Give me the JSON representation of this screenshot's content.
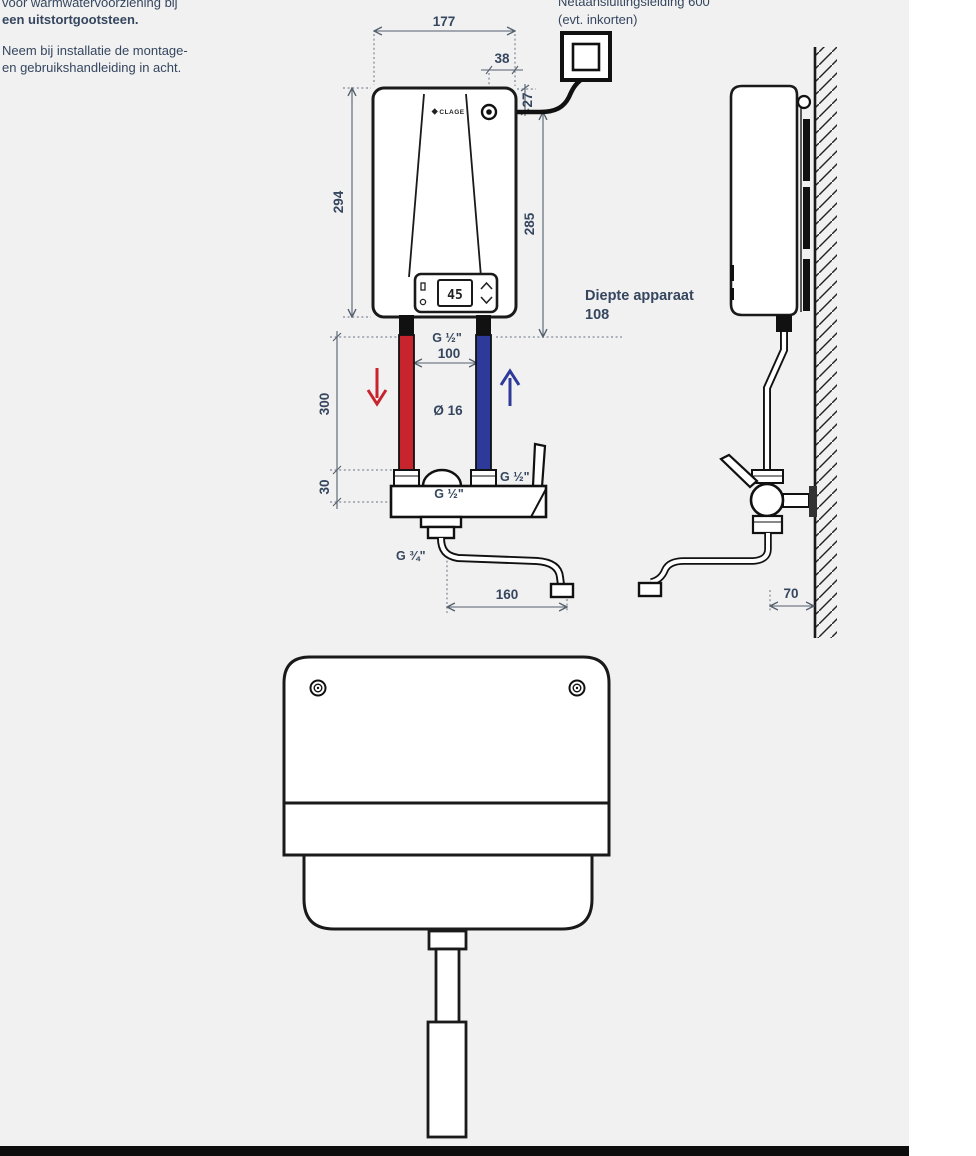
{
  "notes": {
    "left_clipped_line": "voor warmwatervoorziening bij",
    "left_bold_line": "een uitstortgootsteen.",
    "left_para_line1": "Neem bij installatie de montage-",
    "left_para_line2": "en gebruikshandleiding in acht.",
    "cable_line1": "Netaansluitingsleiding 600",
    "cable_line2": "(evt. inkorten)",
    "depth_line1": "Diepte apparaat",
    "depth_line2": "108"
  },
  "device": {
    "brand": "CLAGE",
    "display_value": "45"
  },
  "dimensions": {
    "width_mm": "177",
    "cable_x_mm": "38",
    "cable_y_mm": "27",
    "body_height_mm": "294",
    "conn_height_mm": "285",
    "pipe_len_mm": "300",
    "offset_mm": "30",
    "pipe_gap_mm": "100",
    "pipe_dia": "Ø 16",
    "spout_reach_mm": "160",
    "wall_dist_mm": "70"
  },
  "fittings": {
    "top": "G ½\"",
    "valve_right": "G ½\"",
    "valve_center": "G ½\"",
    "drain": "G ¾\""
  },
  "colors": {
    "text": "#35465e",
    "line": "#1a1a1a",
    "hot_red": "#c8242e",
    "cold_blue": "#2e3a99",
    "page_bg": "#f1f1f1",
    "footer_bar": "#0d0d0d"
  }
}
